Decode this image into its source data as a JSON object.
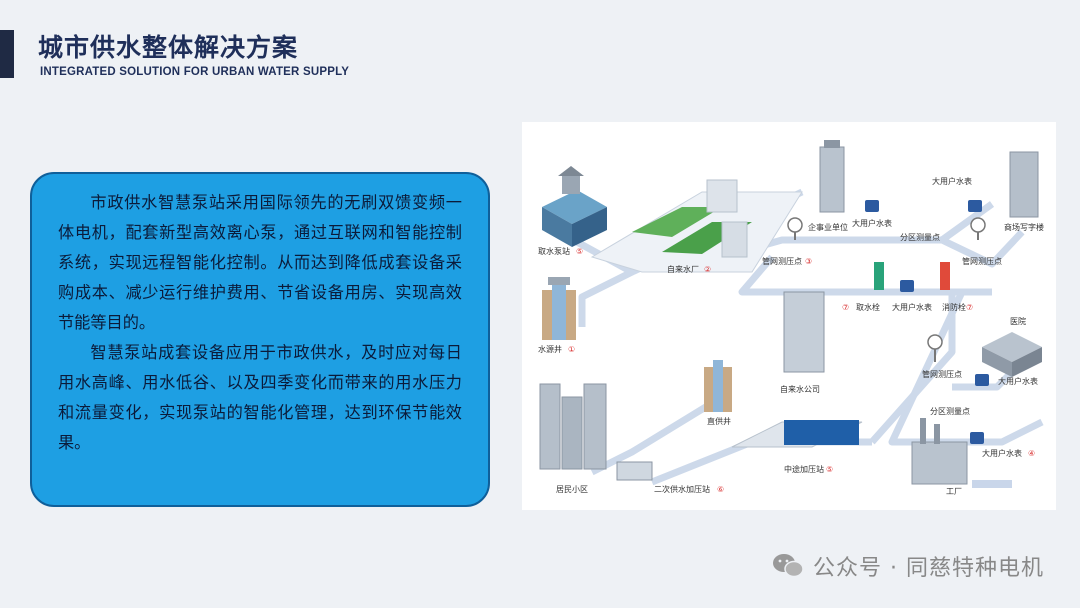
{
  "header": {
    "title": "城市供水整体解决方案",
    "subtitle": "INTEGRATED SOLUTION FOR URBAN WATER SUPPLY"
  },
  "description": {
    "paragraphs": [
      "市政供水智慧泵站采用国际领先的无刷双馈变频一体电机，配套新型高效离心泵，通过互联网和智能控制系统，实现远程智能化控制。从而达到降低成套设备采购成本、减少运行维护费用、节省设备用房、实现高效节能等目的。",
      "智慧泵站成套设备应用于市政供水，及时应对每日用水高峰、用水低谷、以及四季变化而带来的用水压力和流量变化，实现泵站的智能化管理，达到环保节能效果。"
    ]
  },
  "diagram": {
    "labels": {
      "intake_station": "取水泵站",
      "water_plant": "自来水厂",
      "source_well": "水源井",
      "pipe_pressure_point_3": "管网测压点",
      "enterprise": "企事业单位",
      "big_meter_1": "大用户水表",
      "big_meter_top": "大用户水表",
      "zone_metering_1": "分区测量点",
      "commercial_bldg": "商场写字楼",
      "pipe_pressure_point_top": "管网测压点",
      "hydrant_intake": "取水栓",
      "big_meter_2": "大用户水表",
      "fire_hydrant": "消防栓",
      "water_company": "自来水公司",
      "hospital": "医院",
      "pipe_pressure_point_2": "管网测压点",
      "big_meter_3": "大用户水表",
      "zone_metering_2": "分区测量点",
      "supply_well": "直供井",
      "booster_station": "中途加压站",
      "big_meter_4": "大用户水表",
      "residential": "居民小区",
      "secondary_booster": "二次供水加压站",
      "factory": "工厂"
    },
    "numbers": {
      "n_intake": "⑤",
      "n_plant": "②",
      "n_well": "①",
      "n_pressure": "③",
      "n_hydrant": "⑦",
      "n_fire": "⑦",
      "n_booster": "⑤",
      "n_secondary": "⑥",
      "n_meter4": "④"
    }
  },
  "watermark": {
    "text": "公众号 · 同慈特种电机",
    "icon": "wechat-icon"
  },
  "colors": {
    "title": "#1f2f5a",
    "accent_bar": "#1f2a44",
    "textbox_fill": "#1e9fe3",
    "textbox_border": "#0f5f9a",
    "pipe": "#cdd9ea",
    "marker_red": "#d93030"
  }
}
